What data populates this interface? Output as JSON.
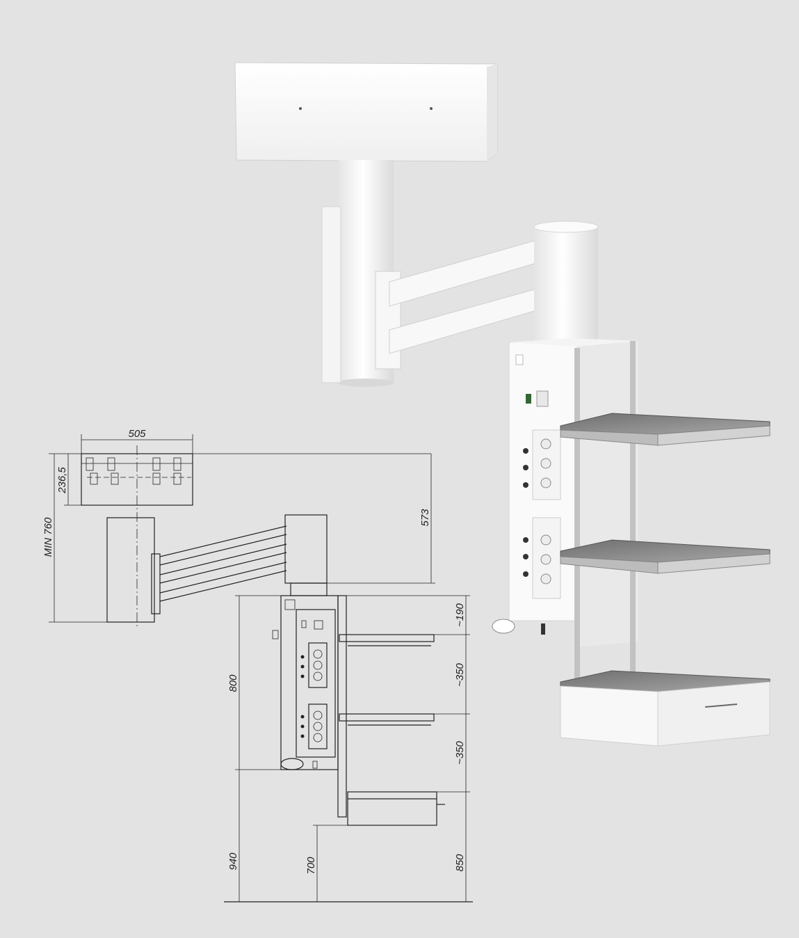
{
  "dimensions": {
    "width_top": "505",
    "mount_height": "236,5",
    "min_height": "MIN 760",
    "arm_drop": "573",
    "shelf_spacing_1": "~190",
    "shelf_spacing_2": "~350",
    "shelf_spacing_3": "~350",
    "column_height": "800",
    "floor_to_bottom": "940",
    "floor_to_drawer": "700",
    "floor_to_shelf": "850"
  },
  "colors": {
    "background": "#e3e3e3",
    "render_white": "#f7f7f7",
    "line": "#222222",
    "glass": "#8a8a8a",
    "steel": "#b8b8b8"
  }
}
